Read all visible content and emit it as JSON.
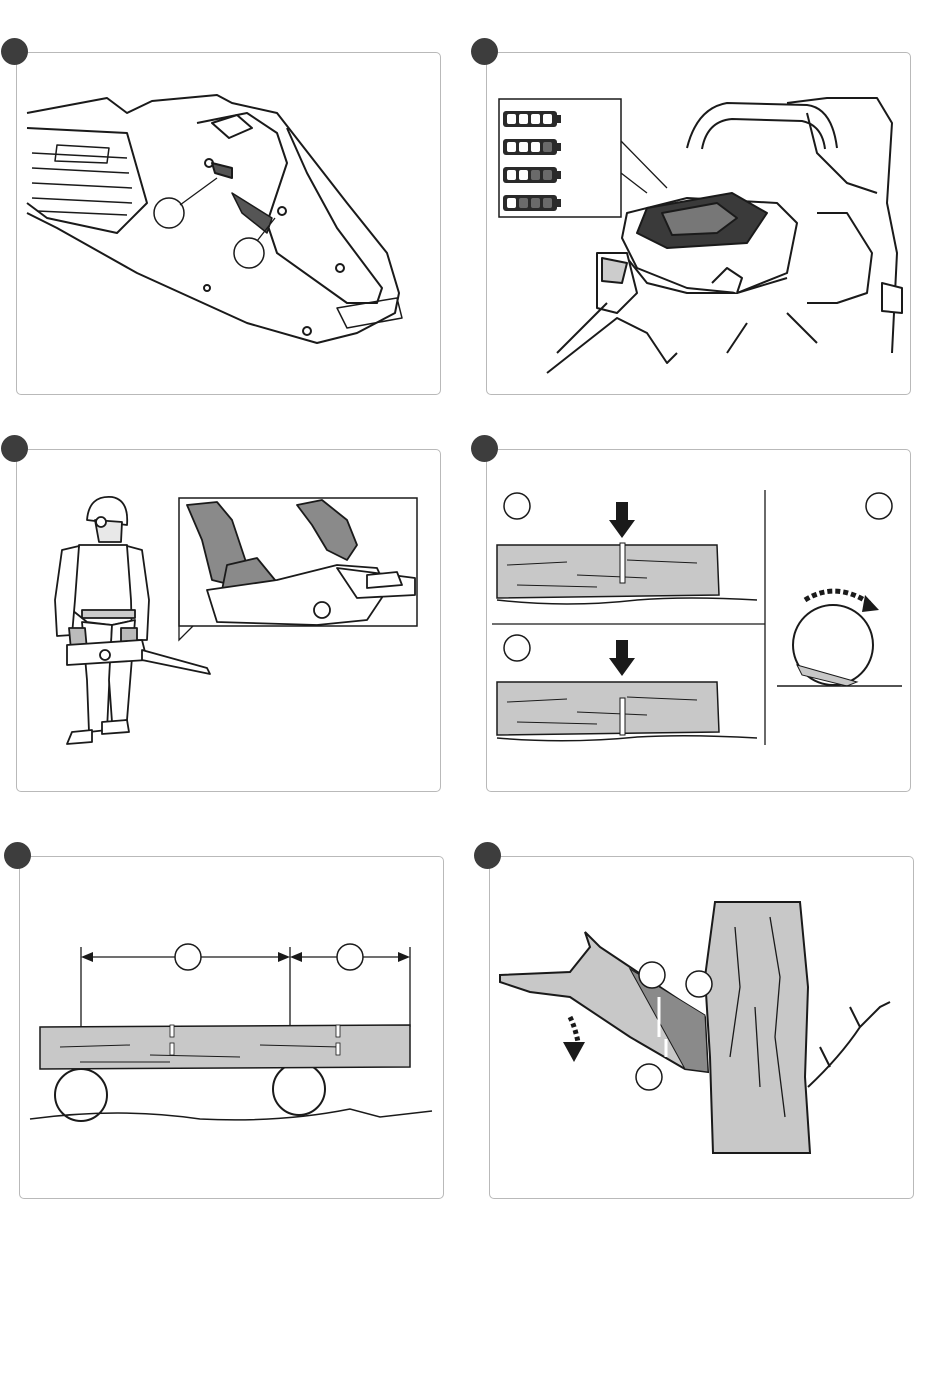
{
  "page": {
    "background": "#ffffff"
  },
  "colors": {
    "badge": "#3d3d3d",
    "border": "#b9b9b9",
    "wood": "#c8c8c8",
    "line": "#1a1a1a"
  },
  "figures": [
    {
      "id": "fig1",
      "description_icon": "saw-handle-trigger-illustration",
      "callouts": 2
    },
    {
      "id": "fig2",
      "description_icon": "battery-level-indicator-illustration",
      "battery_levels": [
        4,
        3,
        2,
        1
      ]
    },
    {
      "id": "fig3",
      "description_icon": "operator-holding-chainsaw-illustration"
    },
    {
      "id": "fig4",
      "description_icon": "log-cutting-methods-illustration",
      "callouts": 3
    },
    {
      "id": "fig5",
      "description_icon": "log-supported-cutting-illustration",
      "callouts": 2
    },
    {
      "id": "fig6",
      "description_icon": "branch-cutting-illustration",
      "callouts": 3
    }
  ]
}
